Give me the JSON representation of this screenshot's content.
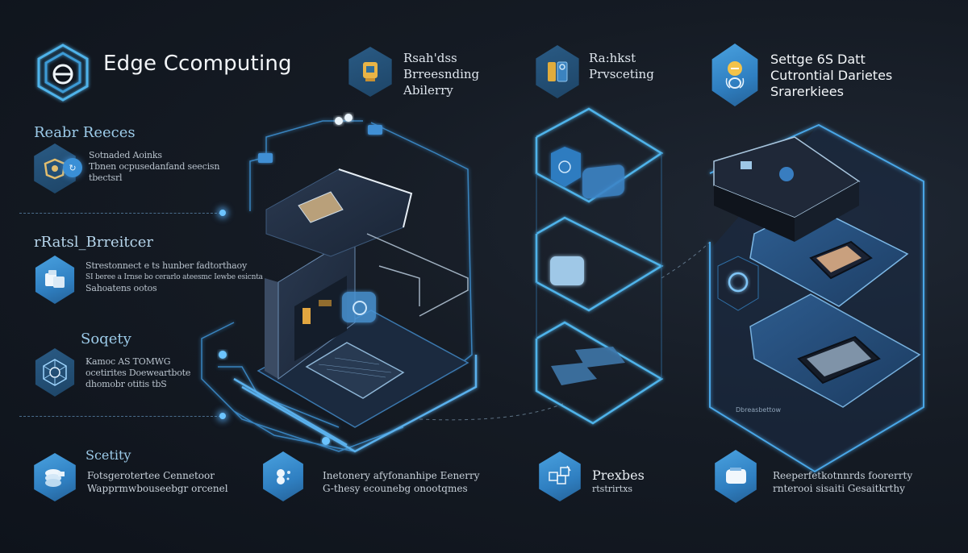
{
  "header": {
    "title": "Edge Ccomputing",
    "logo_icon": "hexagon-shield-icon"
  },
  "top_features": [
    {
      "icon": "gold-device-icon",
      "lines": [
        "Rsah'dss",
        "Brreesnding",
        "Abilerry"
      ]
    },
    {
      "icon": "server-chip-icon",
      "lines": [
        "Ra:hkst",
        "Prvsceting"
      ]
    },
    {
      "icon": "lightbulb-robot-icon",
      "lines": [
        "Settge 6S Datt",
        "Cutrontial Darietes",
        "Srarerkiees"
      ]
    }
  ],
  "left_sections": [
    {
      "heading": "Reabr Reeces",
      "icon": "gold-badge-icon",
      "badge_icon": "refresh-icon",
      "lines": [
        "Sotnaded Aoinks",
        "Tbnen ocpusedanfand seecisn",
        "tbectsrl"
      ]
    },
    {
      "heading": "rRatsl_Brreitcer",
      "icon": "devices-stack-icon",
      "lines": [
        "Strestonnect e ts hunber fadtorthaoy",
        "SI beree a Irnse bo cerarlo ateesmc Iewbe esicnta",
        "Sahoatens ootos"
      ]
    },
    {
      "heading": "Soqety",
      "icon": "network-shield-icon",
      "lines": [
        "Kamoc AS TOMWG",
        "ocetirites Doeweartbote",
        "dhomobr otitis tbS"
      ]
    }
  ],
  "bottom_features": [
    {
      "heading": "Scetity",
      "icon": "layered-stack-icon",
      "lines": [
        "Fotsgerotertee Cennetoor",
        "Wapprmwbouseebgr orcenel"
      ]
    },
    {
      "icon": "bubbles-icon",
      "lines": [
        "Inetonery afyfonanhipe Eenerry",
        "G-thesy ecounebg onootqmes"
      ]
    },
    {
      "icon": "boxes-icon",
      "lines": [
        "Prexbes",
        "rtstrirtxs"
      ]
    },
    {
      "icon": "device-tray-icon",
      "lines": [
        "Reeperfetkotnnrds foorerrty",
        "rnterooi sisaiti Gesaitkrthy"
      ]
    }
  ],
  "illustrations": {
    "left_stack_label": "edge-device-stack",
    "middle_stack_label": "processing-layer-stack",
    "right_stack_label": "cloud-data-stack",
    "right_stack_footer": "Dbreasbettow"
  },
  "colors": {
    "background": "#151b24",
    "accent": "#4aa2e0",
    "glow": "#6cc4ff",
    "heading": "#9ccbe9",
    "text": "#dfe6ee"
  }
}
